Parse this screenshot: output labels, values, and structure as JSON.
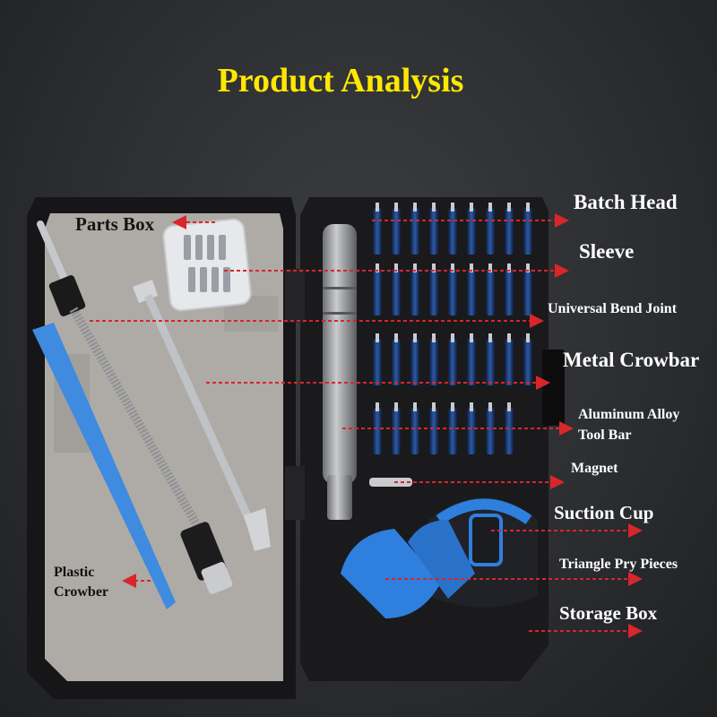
{
  "title": "Product Analysis",
  "labels": {
    "parts_box": "Parts Box",
    "batch_head": "Batch Head",
    "sleeve": "Sleeve",
    "universal_bend_joint": "Universal Bend Joint",
    "metal_crowbar": "Metal Crowbar",
    "aluminum_alloy_line1": "Aluminum Alloy",
    "aluminum_alloy_line2": "Tool Bar",
    "magnet": "Magnet",
    "suction_cup": "Suction Cup",
    "triangle_pry_pieces": "Triangle Pry Pieces",
    "storage_box": "Storage Box",
    "plastic_crowber_line1": "Plastic",
    "plastic_crowber_line2": "Crowber"
  },
  "colors": {
    "title": "#ffe800",
    "arrow": "#d8262b",
    "tray": "#aeaba6",
    "case": "#1a1a1c",
    "bit_blue": "#1f3f7a",
    "plastic_blue": "#3f8be0",
    "pry_blue": "#2f7fde"
  }
}
